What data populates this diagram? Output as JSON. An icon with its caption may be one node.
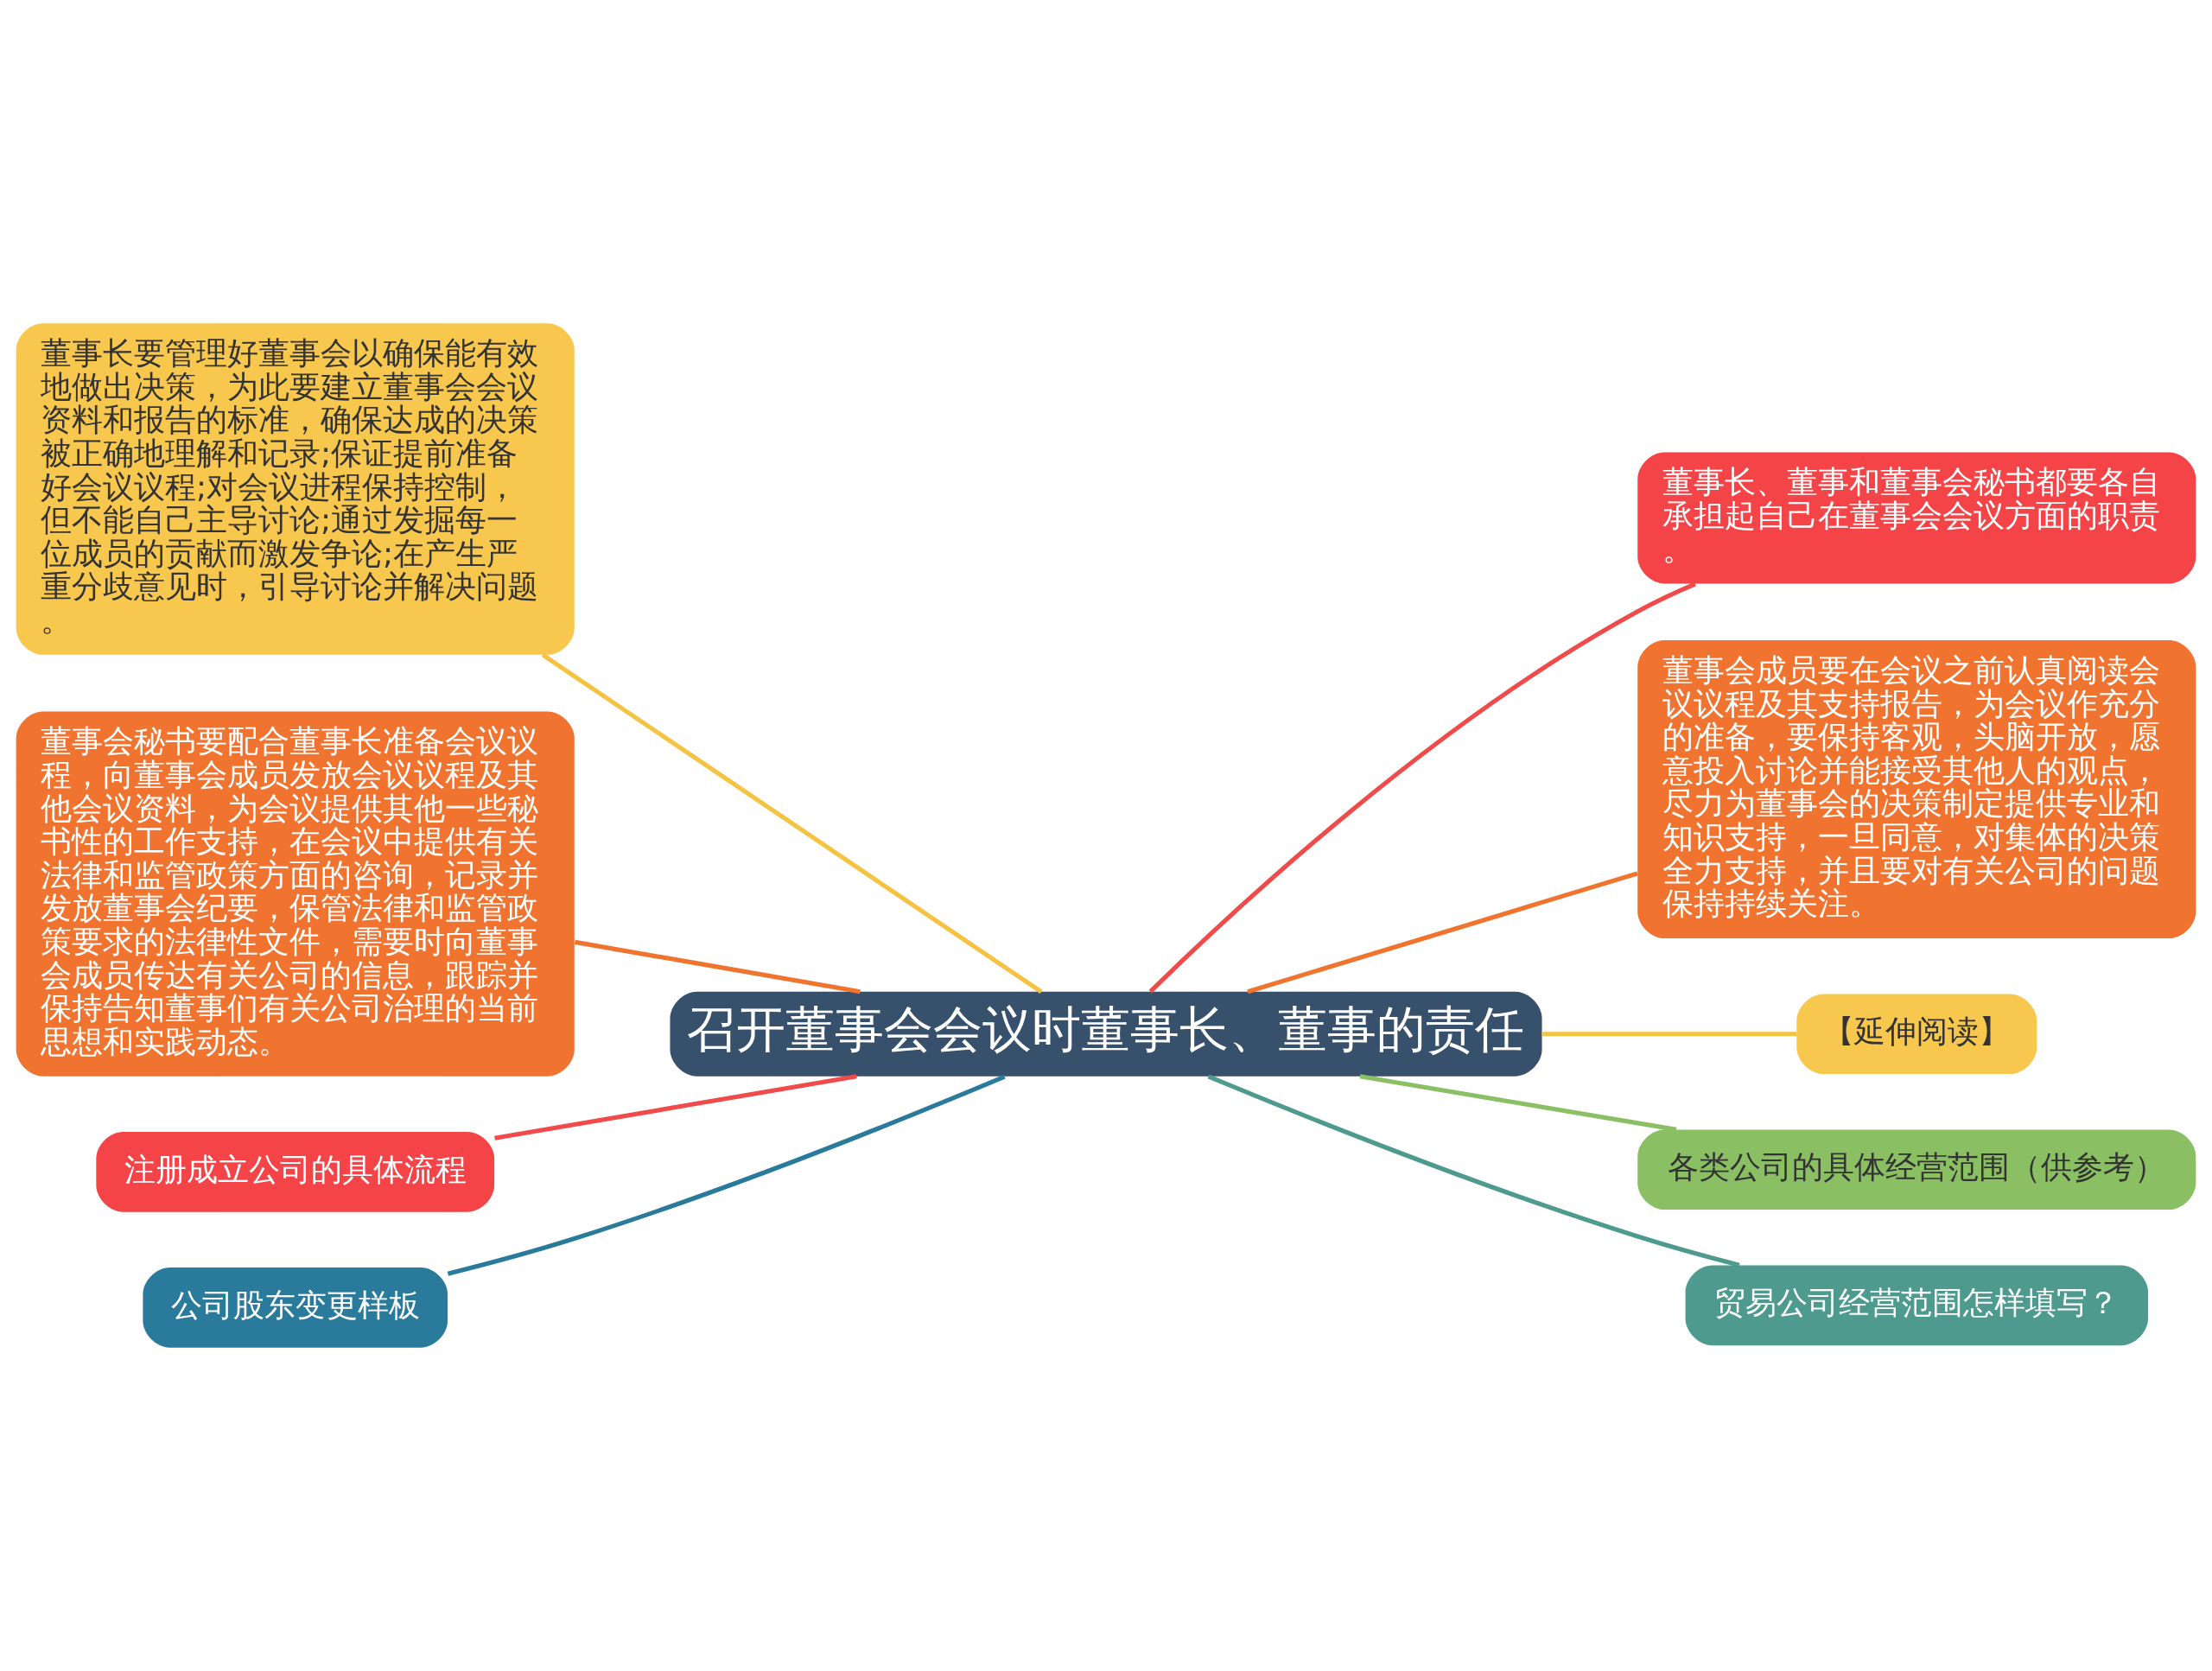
{
  "diagram": {
    "nodes": [
      {
        "text": [
          "召开董事会会议时董事长、董事的责任"
        ]
      },
      {
        "text": [
          "董事长要管理好董事会以确保能有效地做出决策，为此要建立董事会会议资料和报告的标准，确保达成的决策被正确地理解和记录;保证提前准备好会议议程;对会议进程保持控制，但不能自己主导讨论;通过发掘每一位成员的贡献而激发争论;在产生严重分歧意见时，引导讨论并解决问题。"
        ]
      },
      {
        "text": [
          "董事会秘书要配合董事长准备会议议程，向董事会成员发放会议议程及其他会议资料，为会议提供其他一些秘书性的工作支持，在会议中提供有关法律和监管政策方面的咨询，记录并发放董事会纪要，保管法律和监管政策要求的法律性文件，需要时向董事会成员传达有关公司的信息，跟踪并保持告知董事们有关公司治理的当前思想和实践动态。"
        ]
      },
      {
        "text": [
          "注册成立公司的具体流程"
        ]
      },
      {
        "text": [
          "公司股东变更样板"
        ]
      },
      {
        "text": [
          "董事长、董事和董事会秘书都要各自承担起自己在董事会会议方面的职责。"
        ]
      },
      {
        "text": [
          "董事会成员要在会议之前认真阅读会议议程及其支持报告，为会议作充分的准备，要保持客观，头脑开放，愿意投入讨论并能接受其他人的观点，尽力为董事会的决策制定提供专业和知识支持，一旦同意，对集体的决策全力支持，并且要对有关公司的问题保持持续关注。"
        ]
      },
      {
        "text": [
          "【延伸阅读】"
        ]
      },
      {
        "text": [
          "各类公司的具体经营范围（供参考）"
        ]
      },
      {
        "text": [
          "贸易公司经营范围怎样填写？"
        ]
      }
    ],
    "edges": [
      {
        "from": 0,
        "to": 1,
        "arrow": "none",
        "color": "#f5c242"
      },
      {
        "from": 0,
        "to": 2,
        "arrow": "none",
        "color": "#f0732e"
      },
      {
        "from": 0,
        "to": 3,
        "arrow": "none",
        "color": "#f04a4a"
      },
      {
        "from": 0,
        "to": 4,
        "arrow": "none",
        "color": "#2a7a9c"
      },
      {
        "from": 0,
        "to": 5,
        "arrow": "none",
        "color": "#f04a4a"
      },
      {
        "from": 0,
        "to": 6,
        "arrow": "none",
        "color": "#f0732e"
      },
      {
        "from": 0,
        "to": 7,
        "arrow": "none",
        "color": "#f5c242"
      },
      {
        "from": 0,
        "to": 8,
        "arrow": "none",
        "color": "#8bbf63"
      },
      {
        "from": 0,
        "to": 9,
        "arrow": "none",
        "color": "#4e9a8f"
      }
    ]
  }
}
